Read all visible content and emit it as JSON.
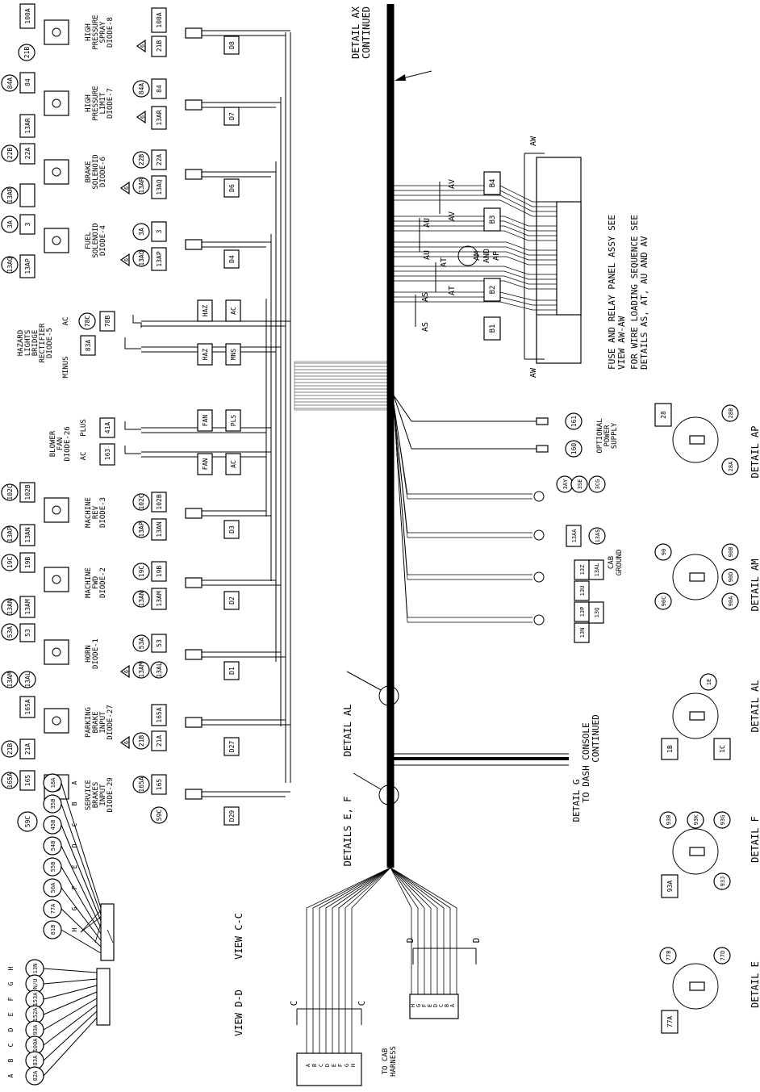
{
  "main_trunk_label": [
    "DETAIL AX",
    "CONTINUED"
  ],
  "fuse_note": [
    "FUSE AND RELAY PANEL ASSY SEE",
    "VIEW AW-AW",
    "FOR WIRE LOADING SEQUENCE SEE",
    "DETAILS AS, AT, AU AND AV"
  ],
  "detail_g": [
    "DETAIL G",
    "TO DASH CONSOLE",
    "CONTINUED"
  ],
  "to_cab": [
    "TO CAB",
    "HARNESS"
  ],
  "optional_power": [
    "OPTIONAL",
    "POWER",
    "SUPPLY"
  ],
  "cab_ground": [
    "CAB",
    "GROUND"
  ],
  "callouts": {
    "detail_al": "DETAIL AL",
    "details_ef": "DETAILS E, F"
  },
  "panel": {
    "fuses": [
      "B4",
      "B3",
      "B2",
      "B1"
    ],
    "section_marks": [
      "AS",
      "AS",
      "AT",
      "AT",
      "AU",
      "AU",
      "AV",
      "AV"
    ],
    "view_marks": [
      "AW",
      "AW"
    ],
    "center_label": [
      "AM",
      "AND",
      "AP"
    ]
  },
  "diodes": [
    {
      "name": [
        "HIGH",
        "PRESSURE",
        "SPRAY",
        "DIODE-8"
      ],
      "left_bubble": "21B",
      "right_box": "100A",
      "lower_bubble": "21B",
      "lower_box": "100A",
      "tag": "D8",
      "flag": "6"
    },
    {
      "name": [
        "HIGH",
        "PRESSURE",
        "LIMIT",
        "DIODE-7"
      ],
      "left_bubble": "13AR",
      "right_box": "84",
      "right_bubble": "84A",
      "lower_bubble": "84A",
      "lower_box": "84",
      "lower_left": "13AR",
      "tag": "D7",
      "flag": "6"
    },
    {
      "name": [
        "BRAKE",
        "SOLENOID",
        "DIODE-6"
      ],
      "left_bubble": "13AR",
      "right_box": "22A",
      "right_bubble": "22B",
      "lower_bubble": "22B",
      "lower_box": "22A",
      "lower_left": "13AQ",
      "lower_left2": "13AR",
      "tag": "D6",
      "flag": "6"
    },
    {
      "name": [
        "FUEL",
        "SOLENOID",
        "DIODE-4"
      ],
      "left_bubble": "13AQ",
      "left_box": "13AP",
      "right_box": "3",
      "right_bubble": "3A",
      "lower_bubble": "3A",
      "lower_box": "3",
      "lower_left": "13AP",
      "lower_left2": "13AQ",
      "tag": "D4",
      "flag": "6"
    },
    {
      "name": [
        "MACHINE",
        "REV",
        "DIODE-3"
      ],
      "left_bubble": "13AP",
      "left_box": "13AN",
      "right_box": "102B",
      "right_bubble": "102C",
      "lower_bubble": "102C",
      "lower_box": "102B",
      "lower_left": "13AP",
      "lower_left2": "13AN",
      "tag": "D3"
    },
    {
      "name": [
        "MACHINE",
        "FWD",
        "DIODE-2"
      ],
      "left_bubble": "13AN",
      "left_box": "13AM",
      "right_box": "19B",
      "right_bubble": "19C",
      "lower_bubble": "19C",
      "lower_box": "19B",
      "lower_left": "13AN",
      "lower_left2": "13AM",
      "tag": "D2"
    },
    {
      "name": [
        "HORN",
        "DIODE-1"
      ],
      "left_bubble": "13AM",
      "left_box": "13AL",
      "right_box": "53",
      "right_bubble": "53A",
      "lower_bubble": "53A",
      "lower_box": "53",
      "lower_left": "13AM",
      "lower_left2": "13AL",
      "tag": "D1",
      "flag": "6"
    },
    {
      "name": [
        "PARKING",
        "BRAKE",
        "INPUT",
        "DIODE-27"
      ],
      "left_bubble": "21B",
      "left_box": "21A",
      "right_box": "165A",
      "lower_bubble": "21B",
      "lower_box": "21A",
      "lower_right": "165A",
      "tag": "D27",
      "flag": "6"
    },
    {
      "name": [
        "SERVICE",
        "BRAKES",
        "INPUT",
        "DIODE-29"
      ],
      "left_bubble": "59C",
      "right_box": "165",
      "right_bubble": "165A",
      "lower_bubble": "165A",
      "lower_box": "165",
      "lower_left": "59C",
      "tag": "D29"
    }
  ],
  "hazard": {
    "name": [
      "HAZARD",
      "LIGHTS",
      "BRIDGE",
      "RECTIFIER",
      "DIODE-5"
    ],
    "minus": "MINUS",
    "ac": "AC",
    "box1": "78B",
    "bubble1": "78C",
    "box2": "83A",
    "tags": [
      "HAZ",
      "AC",
      "HAZ",
      "MNS"
    ]
  },
  "blower": {
    "name": [
      "BLOWER",
      "FAN",
      "DIODE-26"
    ],
    "plus": "PLUS",
    "ac": "AC",
    "box1": "41A",
    "box2": "163",
    "tags": [
      "FAN",
      "PLS",
      "FAN",
      "AC"
    ]
  },
  "optional_bubbles": [
    "161",
    "160"
  ],
  "grounds": [
    {
      "labels": [
        "3AY",
        "3SE",
        "3CG"
      ]
    },
    {
      "labels": [
        "13AA",
        "13AS"
      ]
    },
    {
      "labels": [
        "13Z",
        "13U",
        "13AL"
      ]
    },
    {
      "labels": [
        "13P",
        "13N",
        "13Q"
      ]
    }
  ],
  "details": [
    {
      "title": "DETAIL AP",
      "labels": [
        "28",
        "28B",
        "28A"
      ]
    },
    {
      "title": "DETAIL AM",
      "labels": [
        "90",
        "90B",
        "90D",
        "90C",
        "90A"
      ]
    },
    {
      "title": "DETAIL AL",
      "labels": [
        "1E",
        "1B",
        "1C"
      ]
    },
    {
      "title": "DETAIL F",
      "labels": [
        "93B",
        "93K",
        "93G",
        "93A",
        "93J"
      ]
    },
    {
      "title": "DETAIL E",
      "labels": [
        "77B",
        "77D",
        "77A"
      ]
    }
  ],
  "view_cc": {
    "title": "VIEW C-C",
    "pins": [
      "A",
      "B",
      "C",
      "D",
      "E",
      "F",
      "G",
      "H"
    ],
    "wires": [
      "18A",
      "35B",
      "45B",
      "54B",
      "55B",
      "56A",
      "77A",
      "81B"
    ]
  },
  "view_dd": {
    "title": "VIEW D-D",
    "pins": [
      "H",
      "G",
      "F",
      "E",
      "D",
      "C",
      "B",
      "A"
    ],
    "wires": [
      "13N",
      "N/U",
      "153A",
      "152A",
      "93A",
      "100A",
      "83A",
      "82A"
    ]
  },
  "connector_pins": [
    "A",
    "B",
    "C",
    "D",
    "E",
    "F",
    "G",
    "H"
  ],
  "connector_pins_d": [
    "H",
    "G",
    "F",
    "E",
    "D",
    "C",
    "B",
    "A"
  ],
  "section_letters": {
    "c": "C",
    "d": "D"
  }
}
